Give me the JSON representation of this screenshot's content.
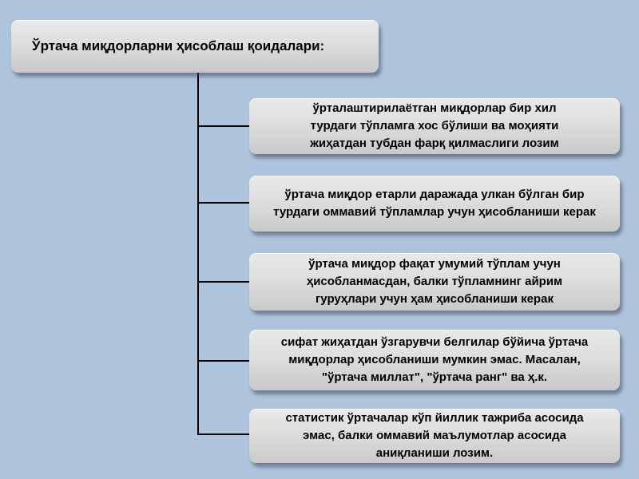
{
  "title": "Ўртача миқдорларни ҳисоблаш қоидалари:",
  "items": [
    {
      "lines": [
        "ўрталаштирилаётган миқдорлар бир хил",
        "турдаги тўпламга хос бўлиши ва моҳияти",
        "жиҳатдан тубдан фарқ қилмаслиги лозим"
      ]
    },
    {
      "lines": [
        "ўртача миқдор етарли даражада улкан бўлган бир",
        "турдаги оммавий тўпламлар учун ҳисобланиши керак"
      ]
    },
    {
      "lines": [
        "ўртача миқдор фақат умумий тўплам учун",
        "ҳисобланмасдан, балки тўпламнинг айрим",
        "гуруҳлари учун ҳам ҳисобланиши керак"
      ]
    },
    {
      "lines": [
        "сифат жиҳатдан ўзгарувчи белгилар бўйича ўртача",
        "миқдорлар ҳисобланиши мумкин эмас. Масалан,",
        "\"ўртача миллат\",  \"ўртача ранг\" ва ҳ.к."
      ]
    },
    {
      "lines": [
        "статистик ўртачалар кўп йиллик тажриба асосида",
        "эмас, балки оммавий маълумотлар асосида",
        "аниқланиши лозим."
      ]
    }
  ]
}
